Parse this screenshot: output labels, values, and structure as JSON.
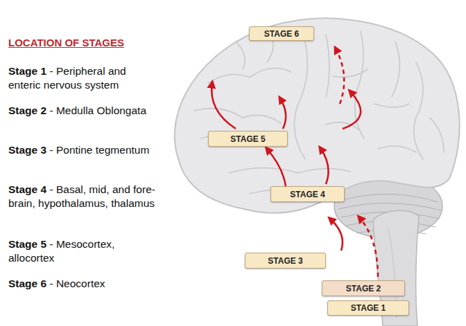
{
  "diagram": {
    "title": "LOCATION  OF STAGES",
    "nodes": [
      {
        "text": [
          "STAGE 6"
        ]
      },
      {
        "text": [
          "STAGE 5"
        ]
      },
      {
        "text": [
          "STAGE 4"
        ]
      },
      {
        "text": [
          "STAGE 3"
        ]
      },
      {
        "text": [
          "STAGE 2"
        ]
      },
      {
        "text": [
          "STAGE 1"
        ]
      }
    ],
    "edges": [
      {
        "from": 2,
        "to": 1,
        "arrow": "to"
      }
    ],
    "labels": [
      "Stage 1",
      "- Peripheral and enteric nervous system",
      "Stage 2",
      "-  Medulla Oblongata",
      "Stage 3",
      "- Pontine tegmentum",
      "Stage 4",
      "- Basal, mid, and fore-brain, hypothalamus, thalamus",
      "Stage 5",
      "- Mesocortex, allocortex",
      "Stage 6",
      "- Neocortex"
    ]
  }
}
